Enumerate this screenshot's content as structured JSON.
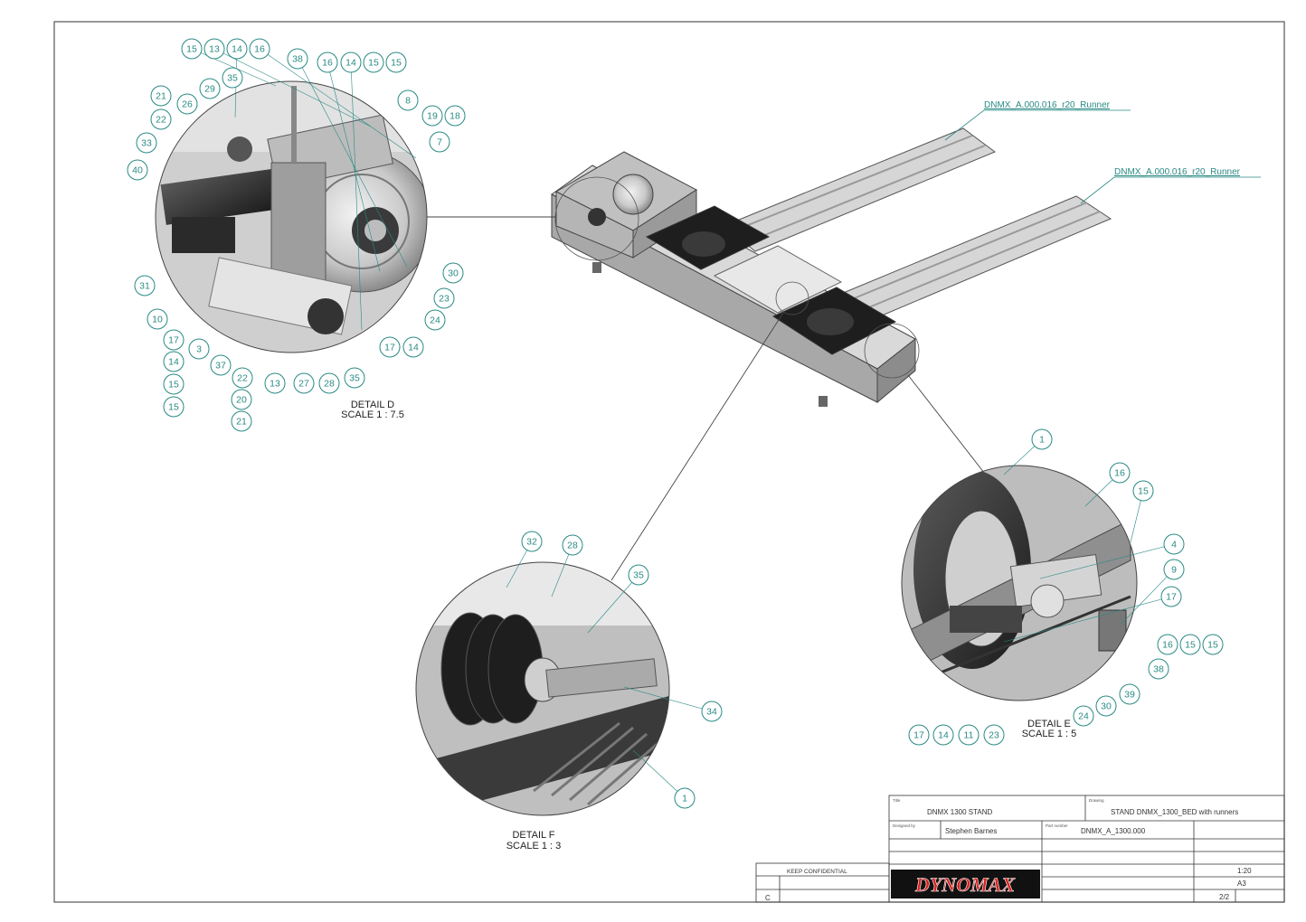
{
  "details": {
    "d": {
      "title": "DETAIL D",
      "scale": "SCALE 1 : 7.5"
    },
    "e": {
      "title": "DETAIL E",
      "scale": "SCALE 1 : 5"
    },
    "f": {
      "title": "DETAIL F",
      "scale": "SCALE 1 : 3"
    }
  },
  "runner_labels": {
    "top": "DNMX_A.000.016_r20_Runner",
    "bottom": "DNMX_A.000.016_r20_Runner"
  },
  "callouts": {
    "d": [
      "15",
      "13",
      "14",
      "16",
      "38",
      "16",
      "14",
      "15",
      "15",
      "35",
      "29",
      "26",
      "21",
      "22",
      "33",
      "40",
      "8",
      "19",
      "18",
      "7",
      "31",
      "10",
      "17",
      "14",
      "15",
      "15",
      "3",
      "37",
      "22",
      "20",
      "21",
      "13",
      "27",
      "28",
      "35",
      "30",
      "23",
      "24",
      "17",
      "14"
    ],
    "e": [
      "1",
      "16",
      "15",
      "4",
      "9",
      "17",
      "16",
      "15",
      "15",
      "38",
      "39",
      "30",
      "24",
      "23",
      "11",
      "14",
      "17"
    ],
    "f": [
      "32",
      "28",
      "35",
      "34",
      "1"
    ]
  },
  "title_block": {
    "title_label": "Title",
    "title": "DNMX 1300 STAND",
    "drawing_label": "Drawing",
    "drawing_name": "STAND DNMX_1300_BED with runners",
    "designed_label": "Designed by",
    "designer": "Stephen Barnes",
    "part_label": "Part number",
    "part_number": "DNMX_A_1300.000",
    "scale": "1:20",
    "size": "A3",
    "sheet": "2/2",
    "revision": "C",
    "status": "KEEP CONFIDENTIAL",
    "logo": "DYNOMAX"
  },
  "colors": {
    "callout": "#2a8a84",
    "logo_red": "#d8201e",
    "logo_bg": "#111111"
  }
}
